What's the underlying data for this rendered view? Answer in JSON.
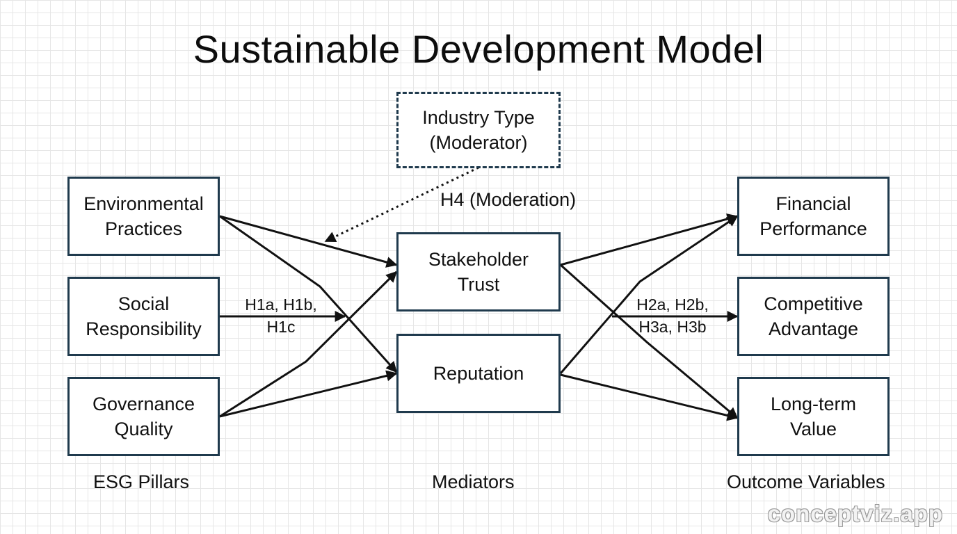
{
  "title": "Sustainable Development Model",
  "esg_pillars": {
    "environmental": "Environmental\nPractices",
    "social": "Social\nResponsibility",
    "governance": "Governance\nQuality"
  },
  "moderator": "Industry Type\n(Moderator)",
  "mediators": {
    "stakeholder_trust": "Stakeholder\nTrust",
    "reputation": "Reputation"
  },
  "outcomes": {
    "financial": "Financial\nPerformance",
    "competitive": "Competitive\nAdvantage",
    "long_term": "Long-term\nValue"
  },
  "hypotheses": {
    "h1": "H1a, H1b,\nH1c",
    "h2_h3": "H2a, H2b,\nH3a, H3b",
    "h4": "H4 (Moderation)"
  },
  "column_labels": {
    "left": "ESG Pillars",
    "middle": "Mediators",
    "right": "Outcome Variables"
  },
  "watermark": "conceptviz.app",
  "colors": {
    "box_border": "#1f3a4d",
    "arrow": "#111111",
    "grid": "#e6e6e6"
  }
}
